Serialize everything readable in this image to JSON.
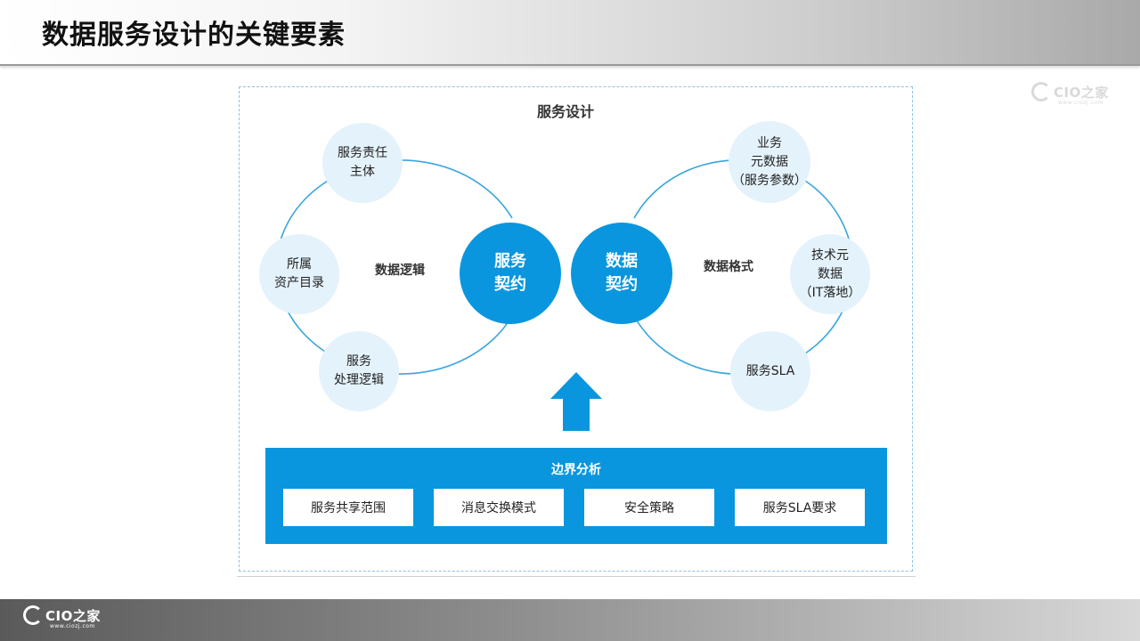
{
  "page": {
    "title": "数据服务设计的关键要素"
  },
  "brand": {
    "logo_text": "CIO之家",
    "logo_sub": "www.ciozj.com"
  },
  "diagram": {
    "title": "服务设计",
    "left_loop": {
      "label": "数据逻辑",
      "core": "服务\n契约",
      "nodes": [
        "服务责任\n主体",
        "所属\n资产目录",
        "服务\n处理逻辑"
      ]
    },
    "right_loop": {
      "label": "数据格式",
      "core": "数据\n契约",
      "nodes": [
        "业务\n元数据\n（服务参数）",
        "技术元\n数据\n（IT落地）",
        "服务SLA"
      ]
    },
    "boundary": {
      "title": "边界分析",
      "items": [
        "服务共享范围",
        "消息交换模式",
        "安全策略",
        "服务SLA要求"
      ]
    }
  },
  "colors": {
    "primary_blue": "#0a96de",
    "node_fill": "#e4f2fb",
    "line_blue": "#3aa6dc"
  }
}
